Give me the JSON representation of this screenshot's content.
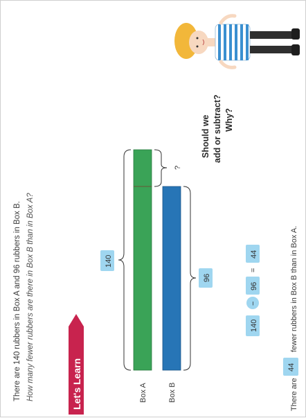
{
  "problem": {
    "line1": "There are 140 rubbers in Box A and 96 rubbers in Box B.",
    "line2": "How many fewer rubbers are there in Box B than in Box A?"
  },
  "banner": {
    "label": "Let's Learn"
  },
  "bar_model": {
    "box_a_label": "Box A",
    "box_b_label": "Box B",
    "total_value": "140",
    "part_value": "96",
    "unknown_mark": "?"
  },
  "equation": {
    "left": "140",
    "operator": "−",
    "right": "96",
    "equals": "=",
    "result": "44"
  },
  "answer": {
    "prefix": "There are",
    "value": "44",
    "suffix": "fewer rubbers in Box B than in Box A."
  },
  "speech": {
    "line1": "Should we",
    "line2": "add or subtract?",
    "line3": "Why?"
  },
  "colors": {
    "box_a": "#3aa357",
    "box_b": "#2775b6",
    "badge": "#9fd6f0",
    "banner": "#c8234e",
    "banner_text": "#ffffff"
  }
}
